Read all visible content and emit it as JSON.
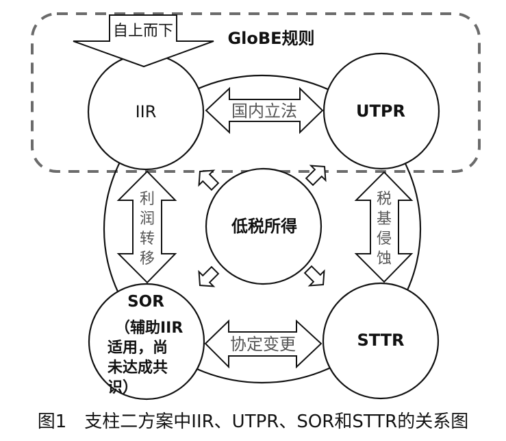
{
  "diagram": {
    "group_title": "GloBE规则",
    "top_arrow_label": "自上而下",
    "nodes": {
      "iir": "IIR",
      "utpr": "UTPR",
      "center": "低税所得",
      "sttr": "STTR",
      "sor_title": "SOR",
      "sor_note_lines": [
        "（辅助IIR",
        "适用，尚",
        "未达成共",
        "识）"
      ]
    },
    "arrows": {
      "iir_utpr": "国内立法",
      "iir_sor": [
        "利",
        "润",
        "转",
        "移"
      ],
      "utpr_sttr": [
        "税",
        "基",
        "侵",
        "蚀"
      ],
      "sor_sttr": "协定变更"
    },
    "colors": {
      "stroke": "#111111",
      "dashed_border": "#6b6b6b",
      "arrow_text": "#555555"
    }
  },
  "caption": "图1　支柱二方案中IIR、UTPR、SOR和STTR的关系图"
}
